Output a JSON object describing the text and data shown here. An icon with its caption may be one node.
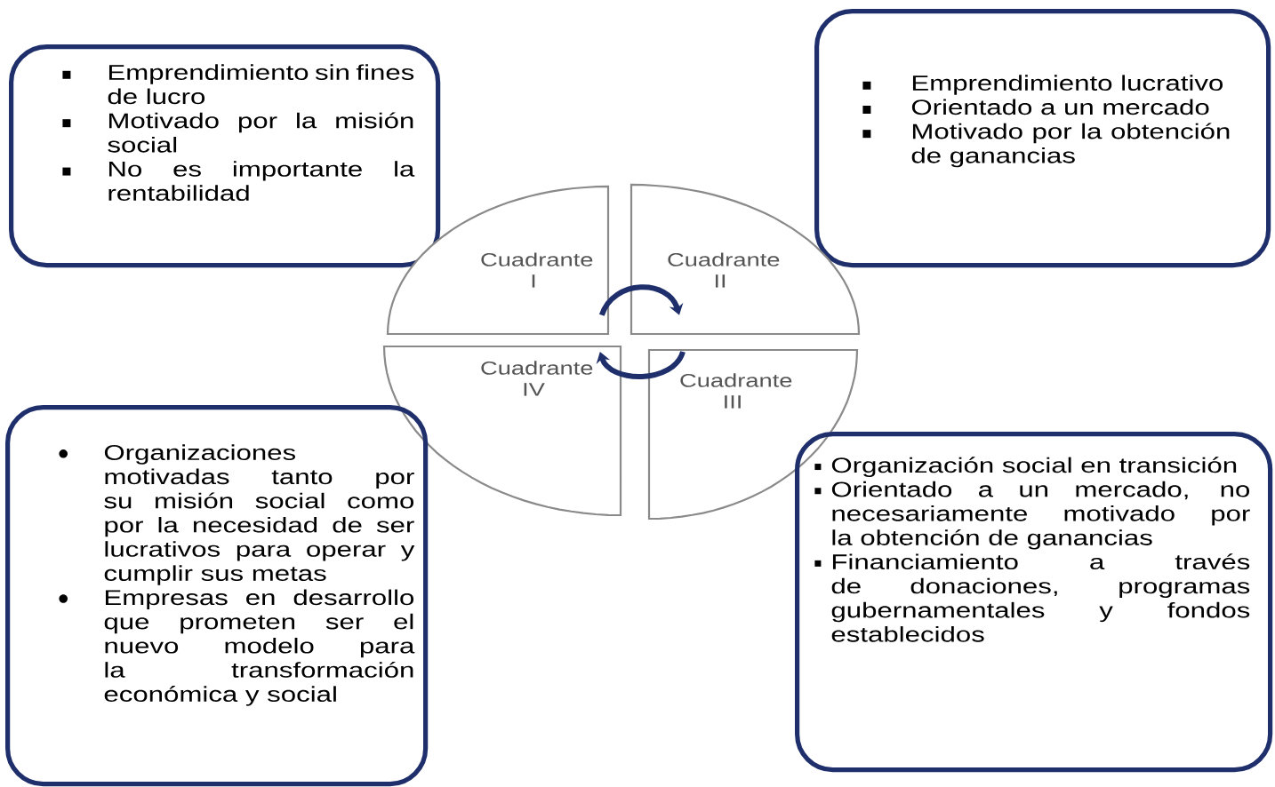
{
  "diagram": {
    "nodes": [
      {
        "text": [
          "Emprendimiento sin fines de lucro",
          "Motivado por la misión social",
          "No es importante la rentabilidad"
        ]
      },
      {
        "text": [
          "Emprendimiento lucrativo",
          "Orientado a un mercado",
          "Motivado por la obtención de ganancias"
        ]
      },
      {
        "text": [
          "Cuadrante I"
        ]
      },
      {
        "text": [
          "Cuadrante II"
        ]
      },
      {
        "text": [
          "Cuadrante IV"
        ]
      },
      {
        "text": [
          "Cuadrante III"
        ]
      },
      {
        "text": [
          "Organizaciones motivadas tanto por su misión social como por la necesidad de ser lucrativos para operar y cumplir sus metas",
          "Empresas en desarrollo que prometen ser el nuevo modelo para la transformación económica y social"
        ]
      },
      {
        "text": [
          "Organización social en transición",
          "Orientado a un mercado, no necesariamente motivado por la obtención de ganancias",
          "Financiamiento a través de donaciones, programas gubernamentales y fondos establecidos"
        ]
      }
    ],
    "edges": [
      {
        "from": 2,
        "to": 3,
        "arrow": "to"
      },
      {
        "from": 5,
        "to": 4,
        "arrow": "to"
      }
    ]
  }
}
